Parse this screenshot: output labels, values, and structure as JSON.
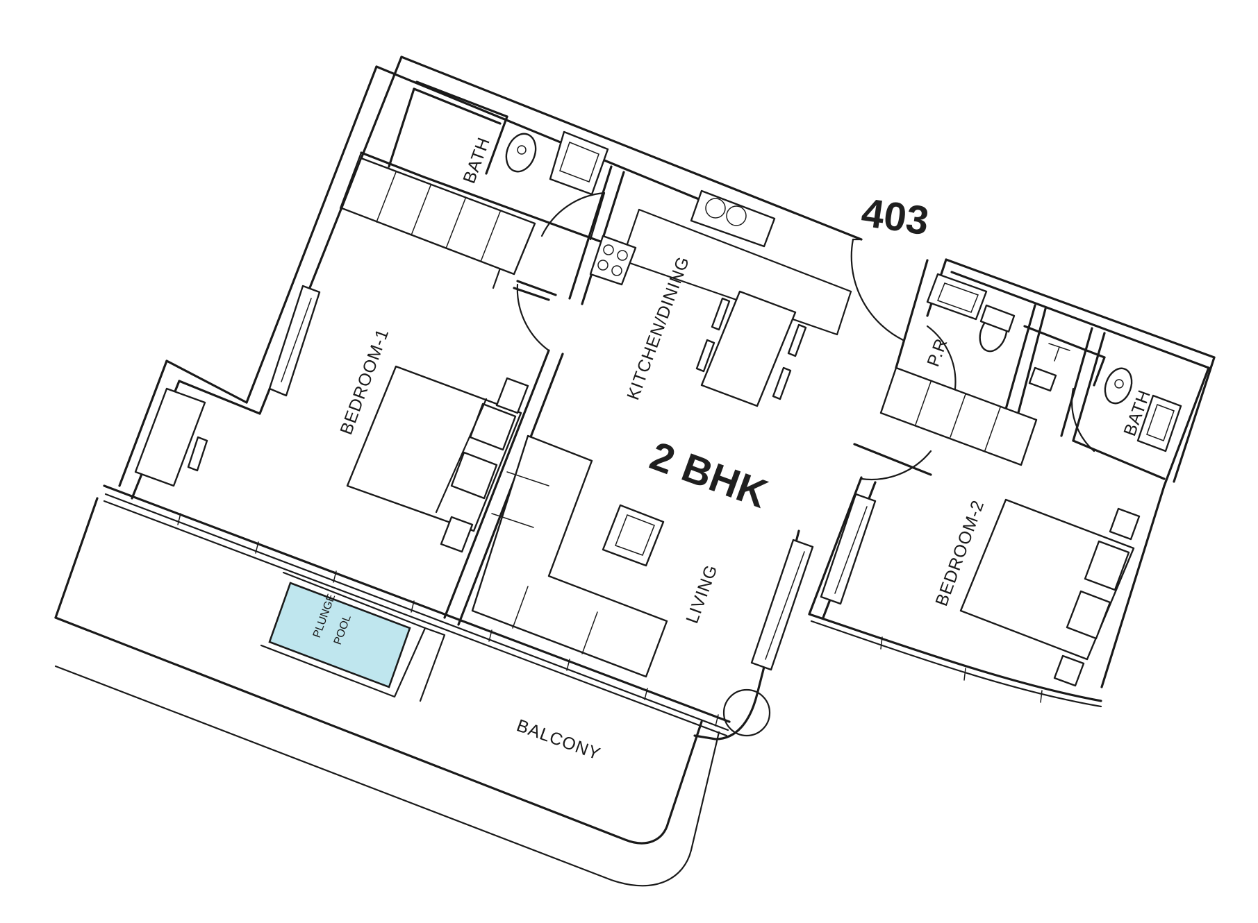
{
  "unit_number": "403",
  "unit_type": "2 BHK",
  "rooms": {
    "bath_1": "BATH",
    "kitchen_dining": "KITCHEN/DINING",
    "bedroom_1": "BEDROOM-1",
    "powder_room": "P.R",
    "bath_2": "BATH",
    "bedroom_2": "BEDROOM-2",
    "living": "LIVING",
    "balcony": "BALCONY"
  },
  "pool": {
    "line1": "PLUNGE",
    "line2": "POOL",
    "color": "#bfe6ee"
  },
  "colors": {
    "line": "#1a1a1a",
    "background": "#ffffff"
  }
}
